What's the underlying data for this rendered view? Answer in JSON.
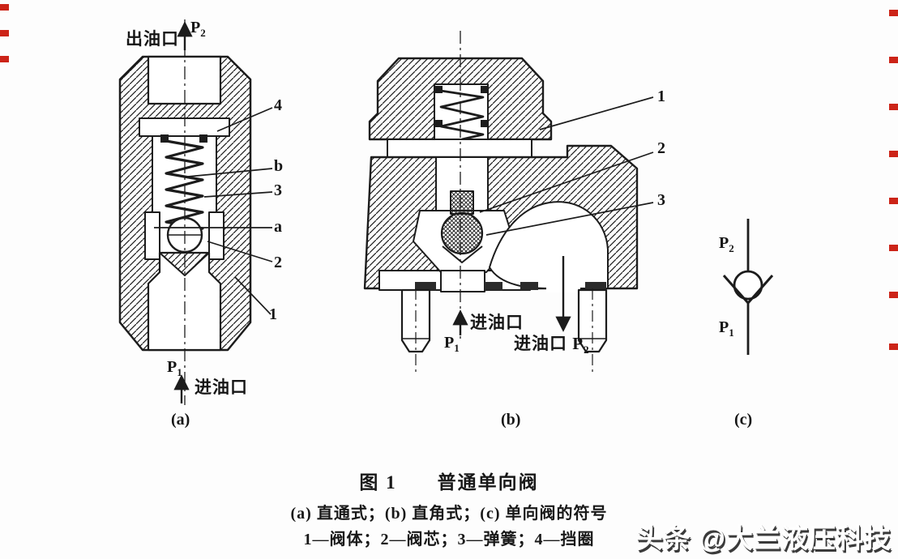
{
  "colors": {
    "ink": "#1c1c1c",
    "edge_mark": "#cc2418",
    "watermark_fill": "#ffffff",
    "watermark_shadow": "#3a3a3a"
  },
  "diagram_a": {
    "label": "(a)",
    "outlet_label": "出油口",
    "inlet_label": "进油口",
    "p_top": {
      "letter": "P",
      "sub": "2"
    },
    "p_bottom": {
      "letter": "P",
      "sub": "1"
    },
    "callouts": {
      "c4": "4",
      "cb": "b",
      "c3": "3",
      "ca": "a",
      "c2": "2",
      "c1": "1"
    }
  },
  "diagram_b": {
    "label": "(b)",
    "inlet_label": "进油口",
    "outlet_label": "进油口",
    "p_bottom": {
      "letter": "P",
      "sub": "1"
    },
    "p_right": {
      "letter": "P",
      "sub": "2"
    },
    "callouts": {
      "c1": "1",
      "c2": "2",
      "c3": "3"
    }
  },
  "diagram_c": {
    "label": "(c)",
    "p_top": {
      "letter": "P",
      "sub": "2"
    },
    "p_bottom": {
      "letter": "P",
      "sub": "1"
    }
  },
  "caption": {
    "title": "图 1　　普通单向阀",
    "subtitle": "(a) 直通式；(b) 直角式；(c) 单向阀的符号",
    "legend": "1—阀体；2—阀芯；3—弹簧；4—挡圈"
  },
  "watermark": "头条 @大兰液压科技"
}
